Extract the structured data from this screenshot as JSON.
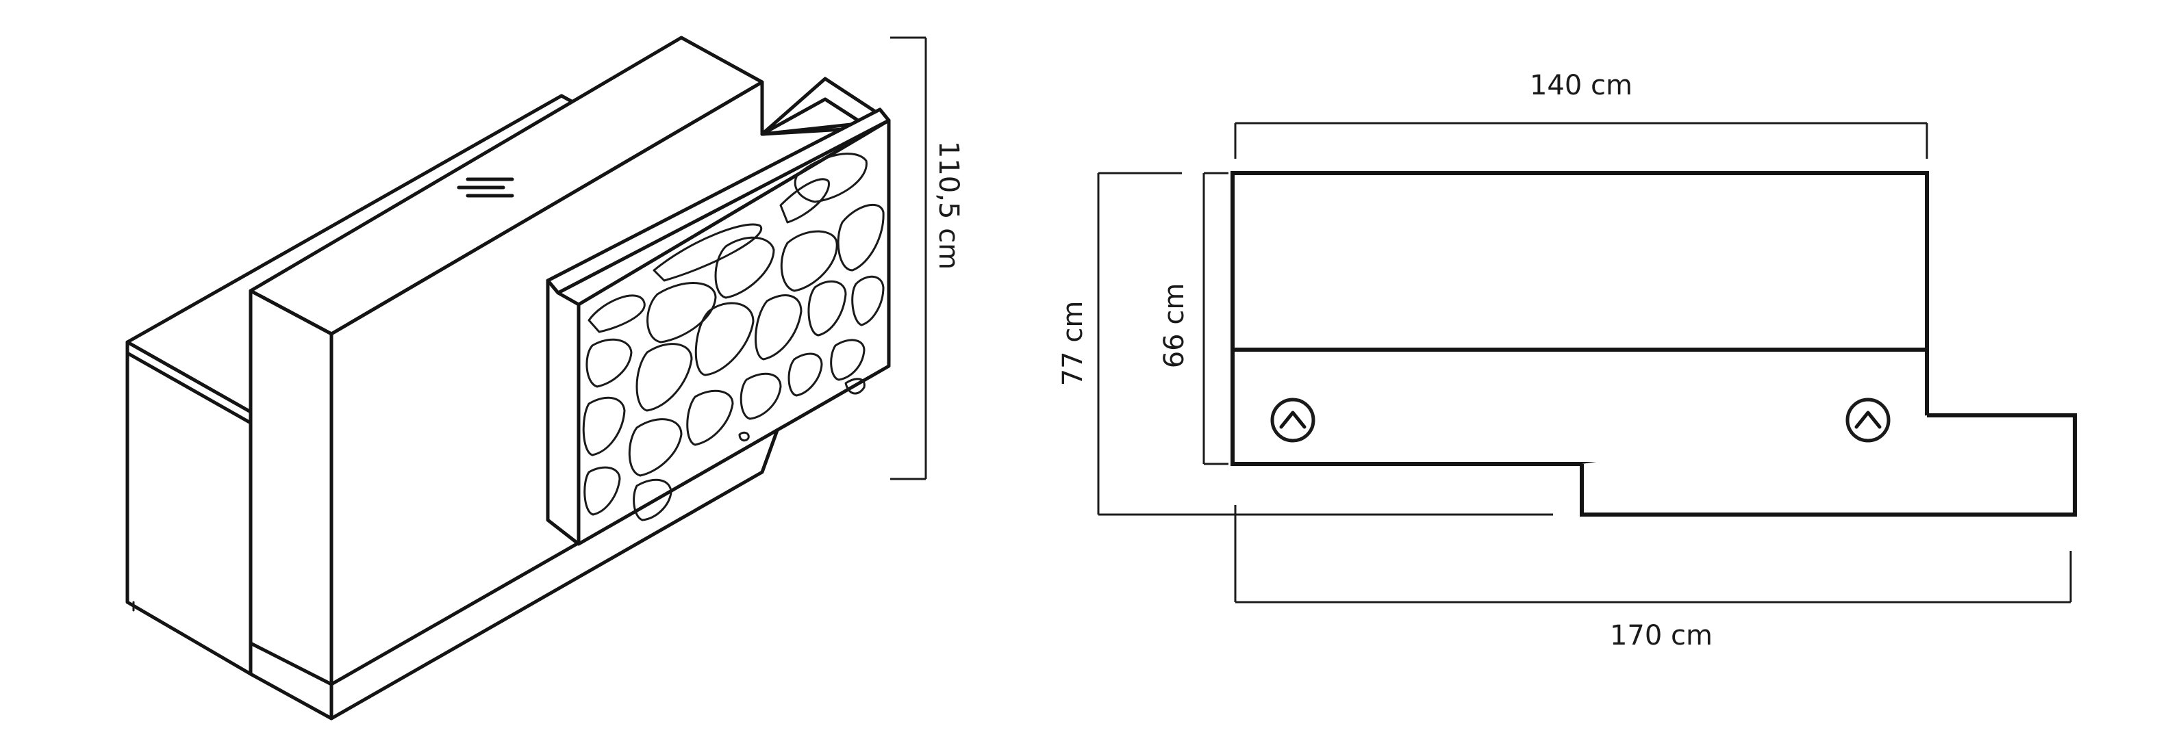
{
  "labels": {
    "height_dim": "110,5 cm",
    "top_width_dim": "140 cm",
    "total_depth_dim": "77 cm",
    "desk_depth_dim": "66 cm",
    "total_width_dim": "170 cm"
  },
  "colors": {
    "line": "#141414",
    "background": "#ffffff"
  },
  "icons": {
    "cable_grommet": "circle-with-chevron"
  }
}
